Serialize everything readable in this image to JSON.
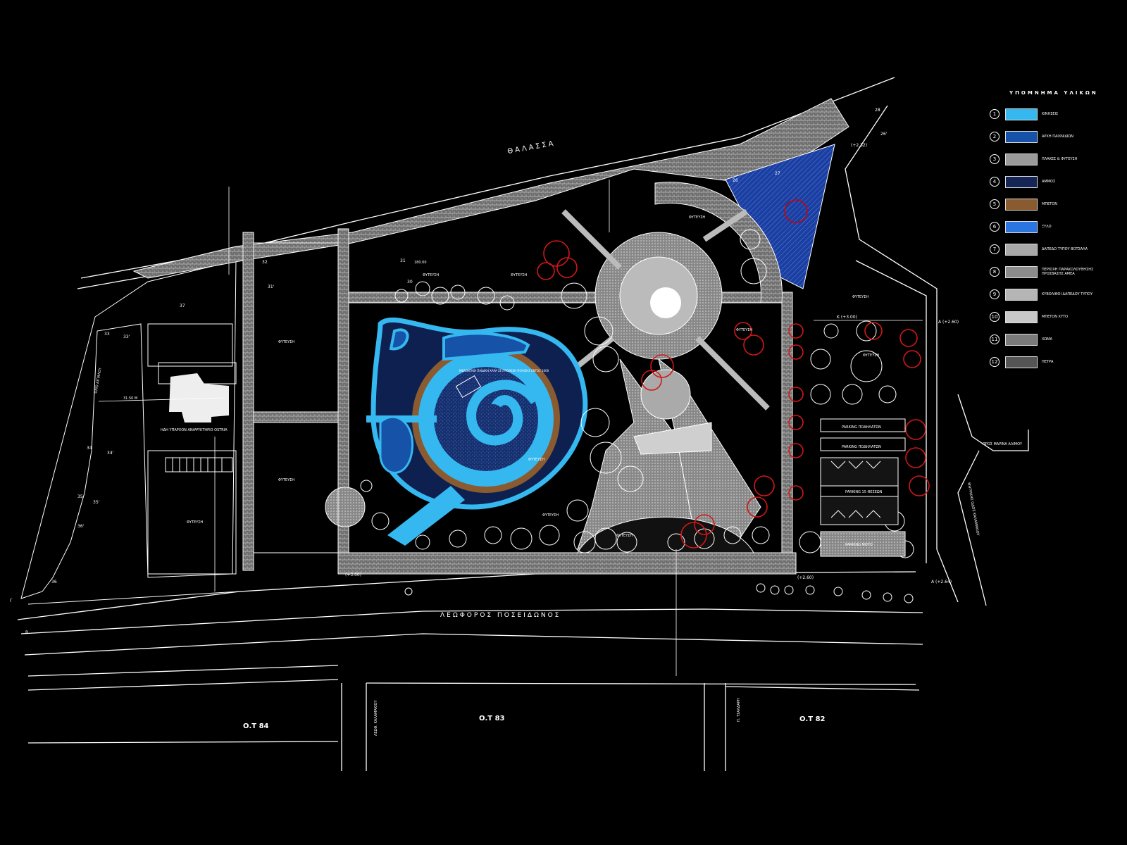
{
  "labels": {
    "sea": "ΘΑΛΑΣΣΑ",
    "avenue": "ΛΕΩΦΟΡΟΣ ΠΟΣΕΙΔΩΝΟΣ",
    "block84": "Ο.Τ 84",
    "block83": "Ο.Τ 83",
    "block82": "Ο.Τ 82",
    "existing_building": "ΗΔΗ ΥΠΑΡΧΟΝ ΑΝΑΨΥΚΤΗΡΙΟ OSTRIA",
    "planting": "ΦΥΤΕΥΣΗ",
    "to_marina": "ΠΡΟΣ ΜΑΡΙΝΑ ΑΛΙΜΟΥ",
    "parking_1": "PARKING ΠΟΔΗΛΑΤΩΝ",
    "parking_2": "PARKING ΠΟΔΗΛΑΤΩΝ",
    "parking_3": "PARKING 15 ΘΕΣΕΩΝ",
    "parking_4": "PARKING ΜΟΤΟ",
    "street_left": "ΟΡΙΟ ΑΙΓΙΑΛΟΥ",
    "street_a": "ΛΕΩΦ. ΚΑΛΑΜΑΚΙΟΥ",
    "street_b": "Π. ΤΣΑΛΔΑΡΗ",
    "street_right": "ΜΗΤΡΙΚΗΣ ΟΔΟΣ ΚΑΛΑΜΑΚΙΟΥ",
    "elev_k": "K (+3.00)",
    "elev_a1": "A (+2.60)",
    "elev_a2": "A (+2.64)",
    "elev_b": "(+2.60)",
    "elev_c": "(+3.00)",
    "elev_top": "(+2.32)",
    "dim_1": "180.00",
    "dim_2": "31.50 M",
    "central": "ΜΕΛΟΝΤΙΚΗ ΠΑΙΔΙΚΗ ΧΑΡΑ ΣΕ ΠΡΟΘΕΣΗ ΠΟΙΗΣΗΣ ΕΝΤΟΣ 1000",
    "pt_30": "30",
    "pt_31": "31",
    "pt_31b": "31'",
    "pt_32": "32",
    "pt_33": "33",
    "pt_33b": "33'",
    "pt_34": "34",
    "pt_34b": "34'",
    "pt_35": "35",
    "pt_35b": "35'",
    "pt_36": "36",
    "pt_36b": "36'",
    "pt_37": "37",
    "pt_26": "26",
    "pt_26b": "26'",
    "pt_27": "27",
    "pt_28": "28",
    "pt_g": "Γ",
    "pt_b": "Β"
  },
  "legend": {
    "title": "ΥΠΟΜΝΗΜΑ ΥΛΙΚΩΝ",
    "items": [
      {
        "num": "1",
        "label": "ΚΙΝΗΣΕΙΣ",
        "color": "#35b8f0"
      },
      {
        "num": "2",
        "label": "ΑΡΧΗ ΠΑΙΧΝΙΔΙΩΝ",
        "color": "#1552a8"
      },
      {
        "num": "3",
        "label": "ΠΛΑΚΕΣ & ΦΥΤΕΥΣΗ",
        "color": "#9a9a9a"
      },
      {
        "num": "4",
        "label": "ΑΜΜΟΣ",
        "color": "#152555"
      },
      {
        "num": "5",
        "label": "ΜΠΕΤΟΝ",
        "color": "#8a5a30"
      },
      {
        "num": "6",
        "label": "ΞΥΛΟ",
        "color": "#2a75e0"
      },
      {
        "num": "7",
        "label": "ΔΑΠΕΔΟ ΤΥΠΟΥ ΒΟΤΣΑΛΑ",
        "color": "#a8a8a8"
      },
      {
        "num": "8",
        "label": "ΠΕΡΙΟΧΗ ΠΑΡΑΚΟΛΟΥΘΗΣΗΣ ΠΡΟΣΒΑΣΗΣ ΑΜΕΑ",
        "color": "#8c8c8c"
      },
      {
        "num": "9",
        "label": "ΚΥΒΟΛΙΘΟΙ ΔΑΠΕΔΟΥ ΤΥΠΟΥ",
        "color": "#b5b5b5"
      },
      {
        "num": "10",
        "label": "ΜΠΕΤΟΝ ΧΥΤΟ",
        "color": "#c8c8c8"
      },
      {
        "num": "11",
        "label": "ΧΩΜΑ",
        "color": "#7a7a7a"
      },
      {
        "num": "12",
        "label": "ΠΕΤΡΑ",
        "color": "#555555"
      }
    ]
  }
}
